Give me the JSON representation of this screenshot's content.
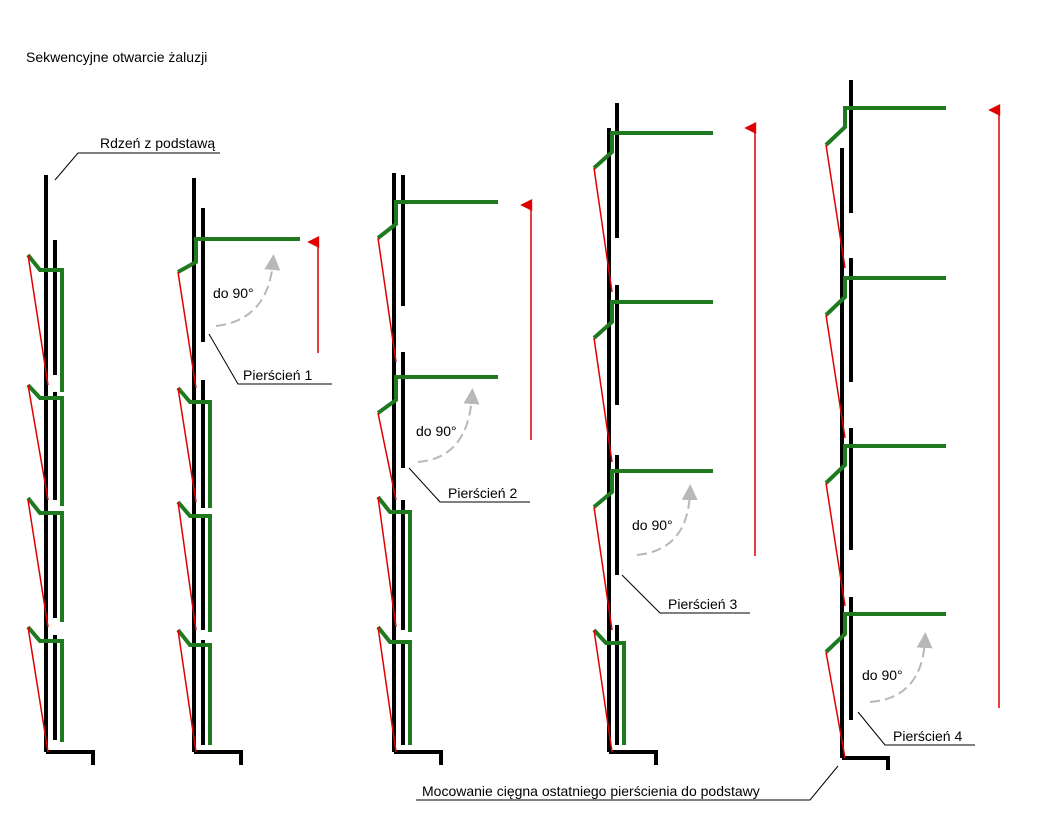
{
  "title": "Sekwencyjne otwarcie żaluzji",
  "labels": {
    "core": "Rdzeń z podstawą",
    "ring1": "Pierścień 1",
    "ring2": "Pierścień 2",
    "ring3": "Pierścień 3",
    "ring4": "Pierścień 4",
    "angle": "do 90°",
    "anchor": "Mocowanie cięgna ostatniego pierścienia do podstawy"
  },
  "colors": {
    "core": "#000000",
    "ring": "#1f7a1f",
    "cord": "#e00000",
    "lift_arrow": "#e00000",
    "rotate_arrow": "#b8b8b8"
  },
  "stages": [
    {
      "rings_opened": 0
    },
    {
      "rings_opened": 1
    },
    {
      "rings_opened": 2
    },
    {
      "rings_opened": 3
    },
    {
      "rings_opened": 4
    }
  ]
}
